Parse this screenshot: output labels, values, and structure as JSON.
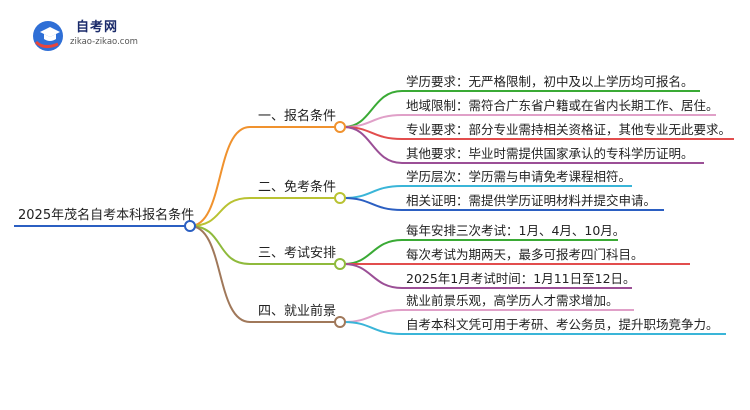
{
  "logo": {
    "title": "自考网",
    "url": "zikao-zikao.com",
    "icon": "mortarboard-icon"
  },
  "root": "2025年茂名自考本科报名条件",
  "branches": [
    {
      "label": "一、报名条件",
      "color": "#f0922e",
      "leaves": [
        {
          "text": "学历要求：无严格限制，初中及以上学历均可报名。",
          "color": "#3aaa35"
        },
        {
          "text": "地域限制：需符合广东省户籍或在省内长期工作、居住。",
          "color": "#e0a0c8"
        },
        {
          "text": "专业要求：部分专业需持相关资格证，其他专业无此要求。",
          "color": "#e24d4d"
        },
        {
          "text": "其他要求：毕业时需提供国家承认的专科学历证明。",
          "color": "#9b4f96"
        }
      ]
    },
    {
      "label": "二、免考条件",
      "color": "#b9c232",
      "leaves": [
        {
          "text": "学历层次：学历需与申请免考课程相符。",
          "color": "#3ab5d8"
        },
        {
          "text": "相关证明：需提供学历证明材料并提交申请。",
          "color": "#2b5fc2"
        }
      ]
    },
    {
      "label": "三、考试安排",
      "color": "#8fba3c",
      "leaves": [
        {
          "text": "每年安排三次考试：1月、4月、10月。",
          "color": "#3aaa35"
        },
        {
          "text": "每次考试为期两天，最多可报考四门科目。",
          "color": "#e24d4d"
        },
        {
          "text": "2025年1月考试时间：1月11日至12日。",
          "color": "#9b4f96"
        }
      ]
    },
    {
      "label": "四、就业前景",
      "color": "#a0785a",
      "leaves": [
        {
          "text": "就业前景乐观，高学历人才需求增加。",
          "color": "#e0a0c8"
        },
        {
          "text": "自考本科文凭可用于考研、考公务员，提升职场竞争力。",
          "color": "#3ab5d8"
        }
      ]
    }
  ]
}
